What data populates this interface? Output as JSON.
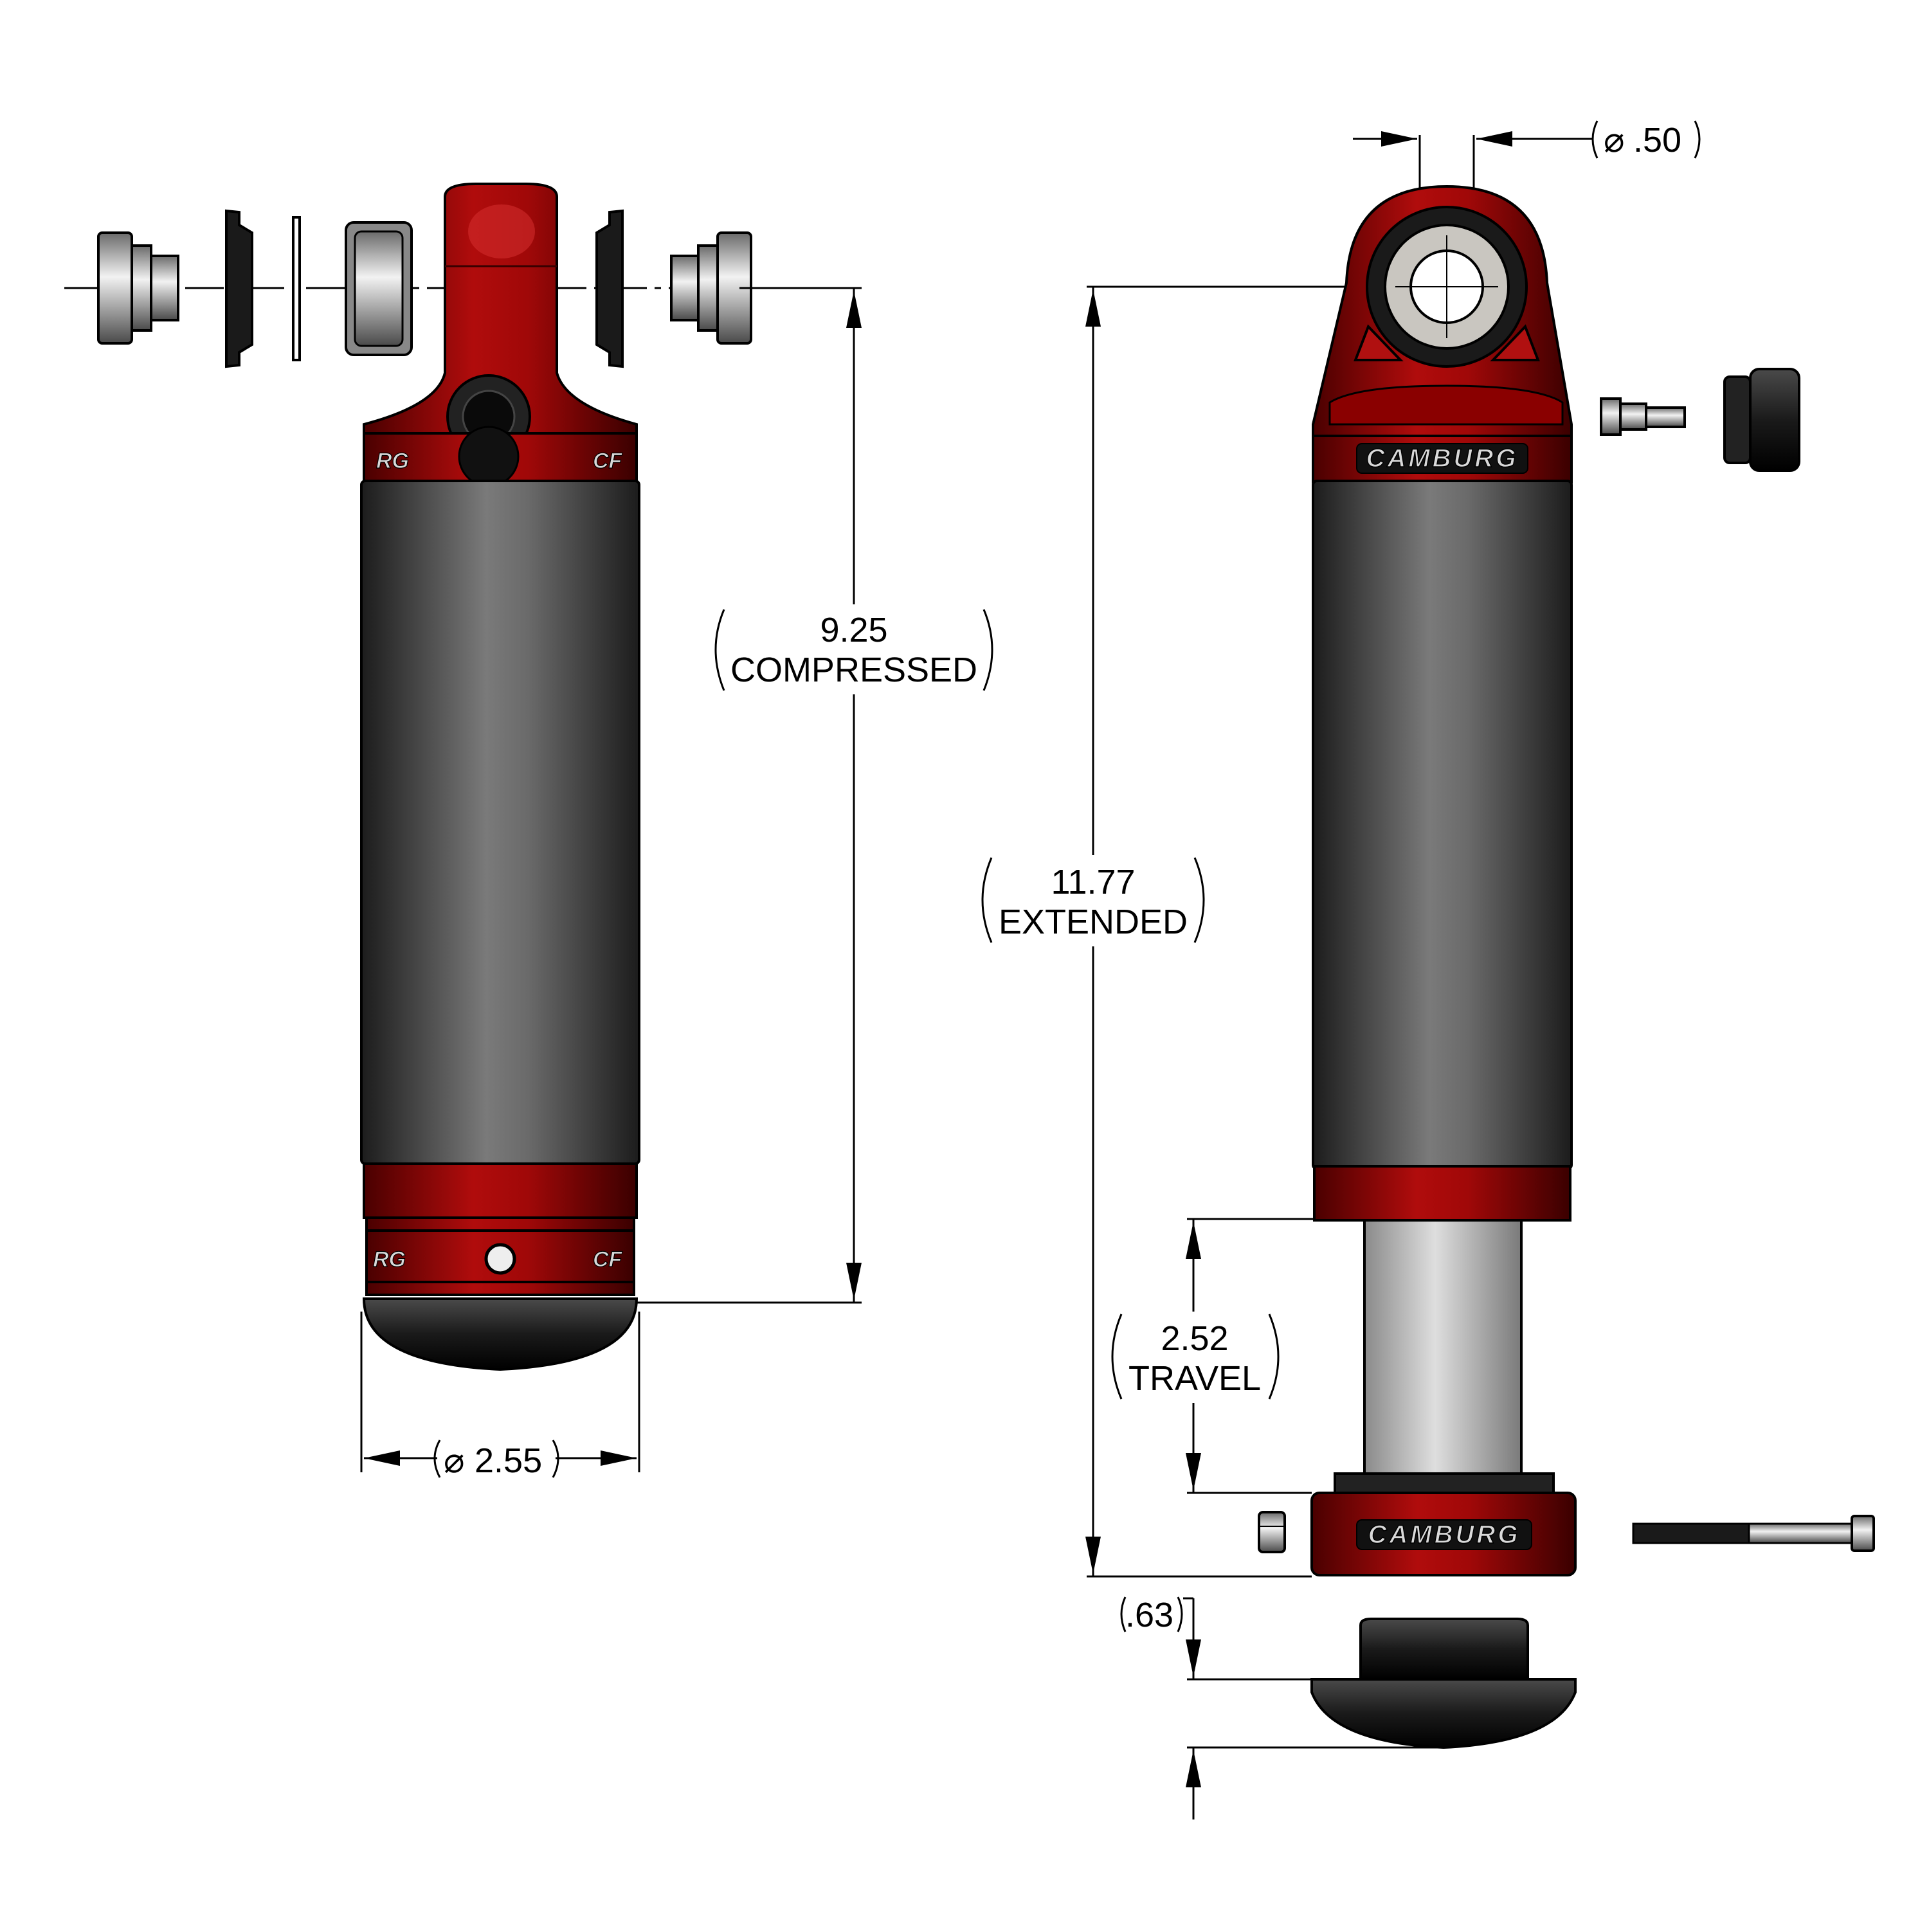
{
  "dimensions": {
    "compressed_value": "9.25",
    "compressed_label": "COMPRESSED",
    "extended_value": "11.77",
    "extended_label": "EXTENDED",
    "travel_value": "2.52",
    "travel_label": "TRAVEL",
    "body_diameter": "2.55",
    "eye_diameter": ".50",
    "bumper_offset": ".63",
    "diameter_symbol": "⌀"
  },
  "branding": {
    "logo_text": "CAMBURG",
    "logo_partial_left": "RG",
    "logo_partial_right": "CF"
  },
  "colors": {
    "anodized_red": "#a50a0a",
    "body_black": "#2a2a2a",
    "shaft_silver": "#b5b5b5",
    "line": "#000000"
  }
}
